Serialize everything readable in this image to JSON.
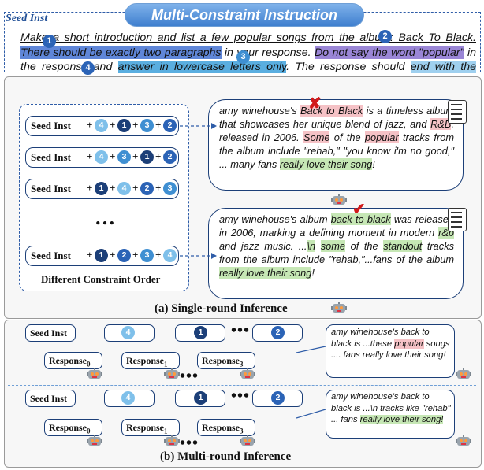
{
  "header": {
    "title": "Multi-Constraint Instruction",
    "seed_label": "Seed Inst"
  },
  "instruction": {
    "p1": "Make a short introduction and list a few popular songs from the album: Back To Black.",
    "p2": "There should be exactly two paragraphs",
    "p3": " in your response.",
    "p4": " Do not say the word \"popular\"",
    "p5": " in the response and ",
    "p6": "answer in lowercase letters only",
    "p7": ". The response should ",
    "p8": "end with the phrase \"really love their song!\"",
    "p9": "."
  },
  "markers": {
    "one": "1",
    "two": "2",
    "three": "3",
    "four": "4"
  },
  "single_round": {
    "caption": "(a) Single-round Inference",
    "order_label": "Different Constraint Order",
    "seed_text": "Seed Inst",
    "ellipsis": "…",
    "sequences": [
      [
        "4",
        "1",
        "3",
        "2"
      ],
      [
        "4",
        "3",
        "1",
        "2"
      ],
      [
        "1",
        "4",
        "2",
        "3"
      ],
      [
        "1",
        "2",
        "3",
        "4"
      ]
    ],
    "response_fail": {
      "a": "amy winehouse's ",
      "b": "Back to Black",
      "c": " is a timeless album that showcases her unique blend of jazz, and ",
      "d": "R&B",
      "e": ". released in 2006. ",
      "f": "Some",
      "g": " of the ",
      "h": "popular",
      "i": " tracks from the album include \"rehab,\" \"you know i'm no good,\" ... many fans ",
      "j": "really love their song",
      "k": "!"
    },
    "response_pass": {
      "a": "amy winehouse's album ",
      "b": "back to black",
      "c": " was released in 2006, marking a defining moment in modern ",
      "d": "r&b",
      "e": " and jazz music. ...",
      "f": "\\n",
      "g": " ",
      "h": "some",
      "i": " of the ",
      "j": "standout",
      "k": " tracks from the album include \"rehab,\"...fans of the album ",
      "l": "really love their song",
      "m": "!"
    },
    "fail_mark": "✘",
    "pass_mark": "✔"
  },
  "multi_round": {
    "caption": "(b) Multi-round Inference",
    "seed_text": "Seed Inst",
    "resp0": "Response",
    "resp0_sub": "0",
    "resp1": "Response",
    "resp1_sub": "1",
    "resp3": "Response",
    "resp3_sub": "3",
    "dots": "•••",
    "row1": {
      "a": "amy winehouse's back to black is ...these ",
      "b": "popular",
      "c": " songs .... fans really love their song!"
    },
    "row2": {
      "a": "amy winehouse's back to black is ...\\n tracks like \"rehab\" ... fans ",
      "b": "really love their song!"
    }
  },
  "colors": {
    "dark_blue": "#1c3f78",
    "mid_blue": "#2b63b6",
    "light_blue": "#3f8fd2",
    "pale_blue": "#7fc0ea",
    "pink": "#f5c2c6",
    "green": "#c6e7b5",
    "fail_red": "#d21a1a",
    "pass_red": "#d21a1a"
  }
}
